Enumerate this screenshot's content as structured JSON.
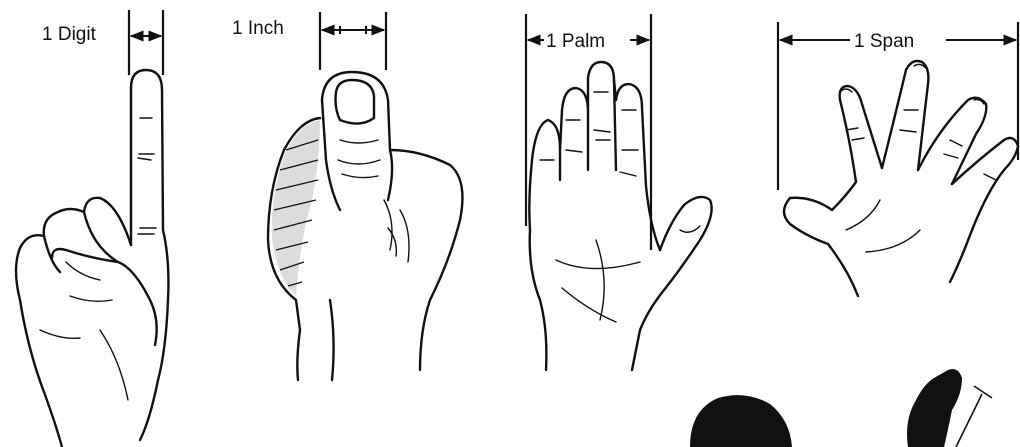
{
  "measures": [
    {
      "id": "digit",
      "label": "1 Digit"
    },
    {
      "id": "inch",
      "label": "1 Inch"
    },
    {
      "id": "palm",
      "label": "1 Palm"
    },
    {
      "id": "span",
      "label": "1 Span"
    }
  ],
  "colors": {
    "ink": "#111111",
    "background": "#ffffff"
  }
}
